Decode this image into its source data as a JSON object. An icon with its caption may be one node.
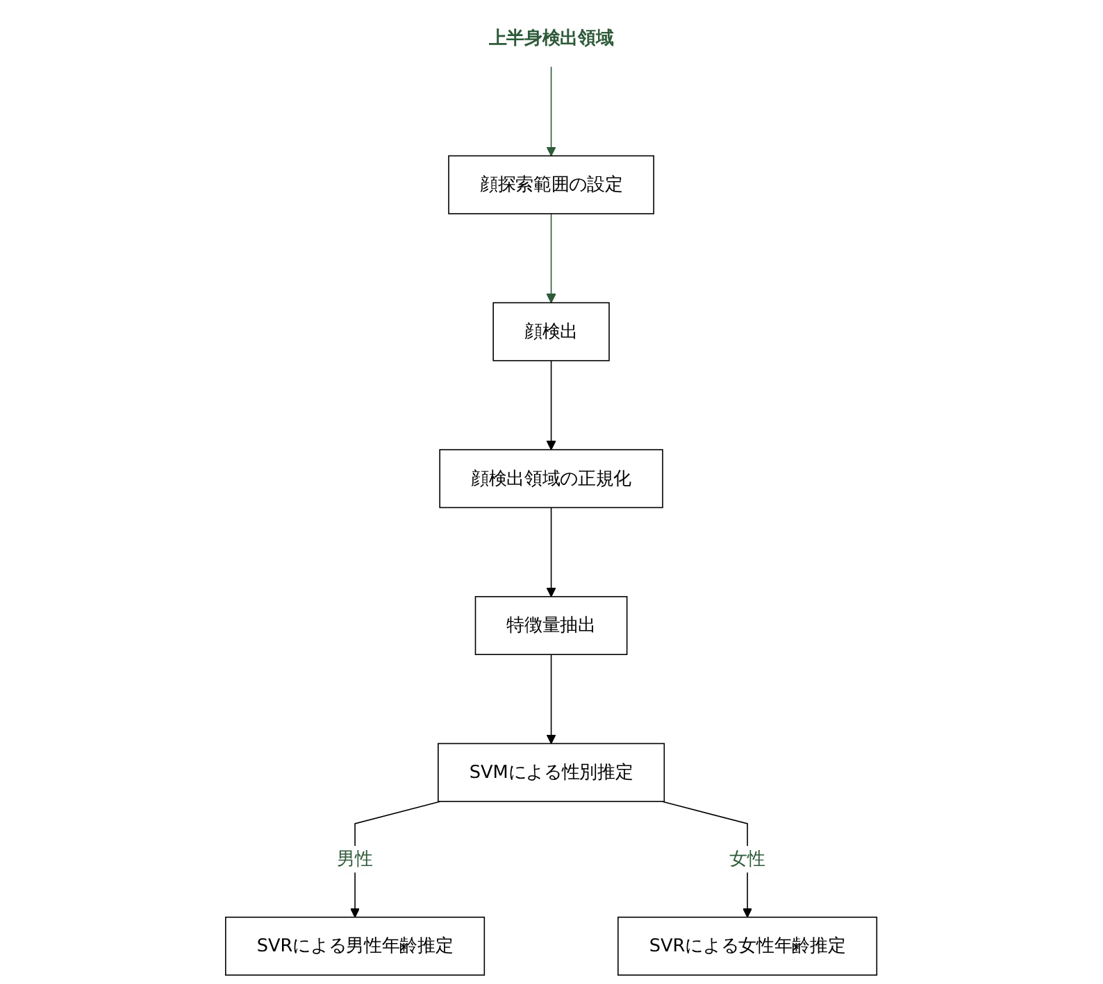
{
  "diagram": {
    "nodes": [
      {
        "text": [
          "上半身検出領域"
        ]
      },
      {
        "text": [
          "顔探索範囲の設定"
        ]
      },
      {
        "text": [
          "顔検出"
        ]
      },
      {
        "text": [
          "顔検出領域の正規化"
        ]
      },
      {
        "text": [
          "特徴量抽出"
        ]
      },
      {
        "text": [
          "SVMによる性別推定"
        ]
      },
      {
        "text": [
          "SVRによる男性年齢推定"
        ]
      },
      {
        "text": [
          "SVRによる女性年齢推定"
        ]
      }
    ],
    "edges": [
      {
        "from": 0,
        "to": 1,
        "arrow": "to",
        "color": "#2e5a3a"
      },
      {
        "from": 1,
        "to": 2,
        "arrow": "to",
        "color": "#2e5a3a"
      },
      {
        "from": 2,
        "to": 3,
        "arrow": "to"
      },
      {
        "from": 3,
        "to": 4,
        "arrow": "to"
      },
      {
        "from": 4,
        "to": 5,
        "arrow": "to"
      },
      {
        "from": 5,
        "to": 6,
        "arrow": "to",
        "label": "男性"
      },
      {
        "from": 5,
        "to": 7,
        "arrow": "to",
        "label": "女性"
      }
    ]
  }
}
